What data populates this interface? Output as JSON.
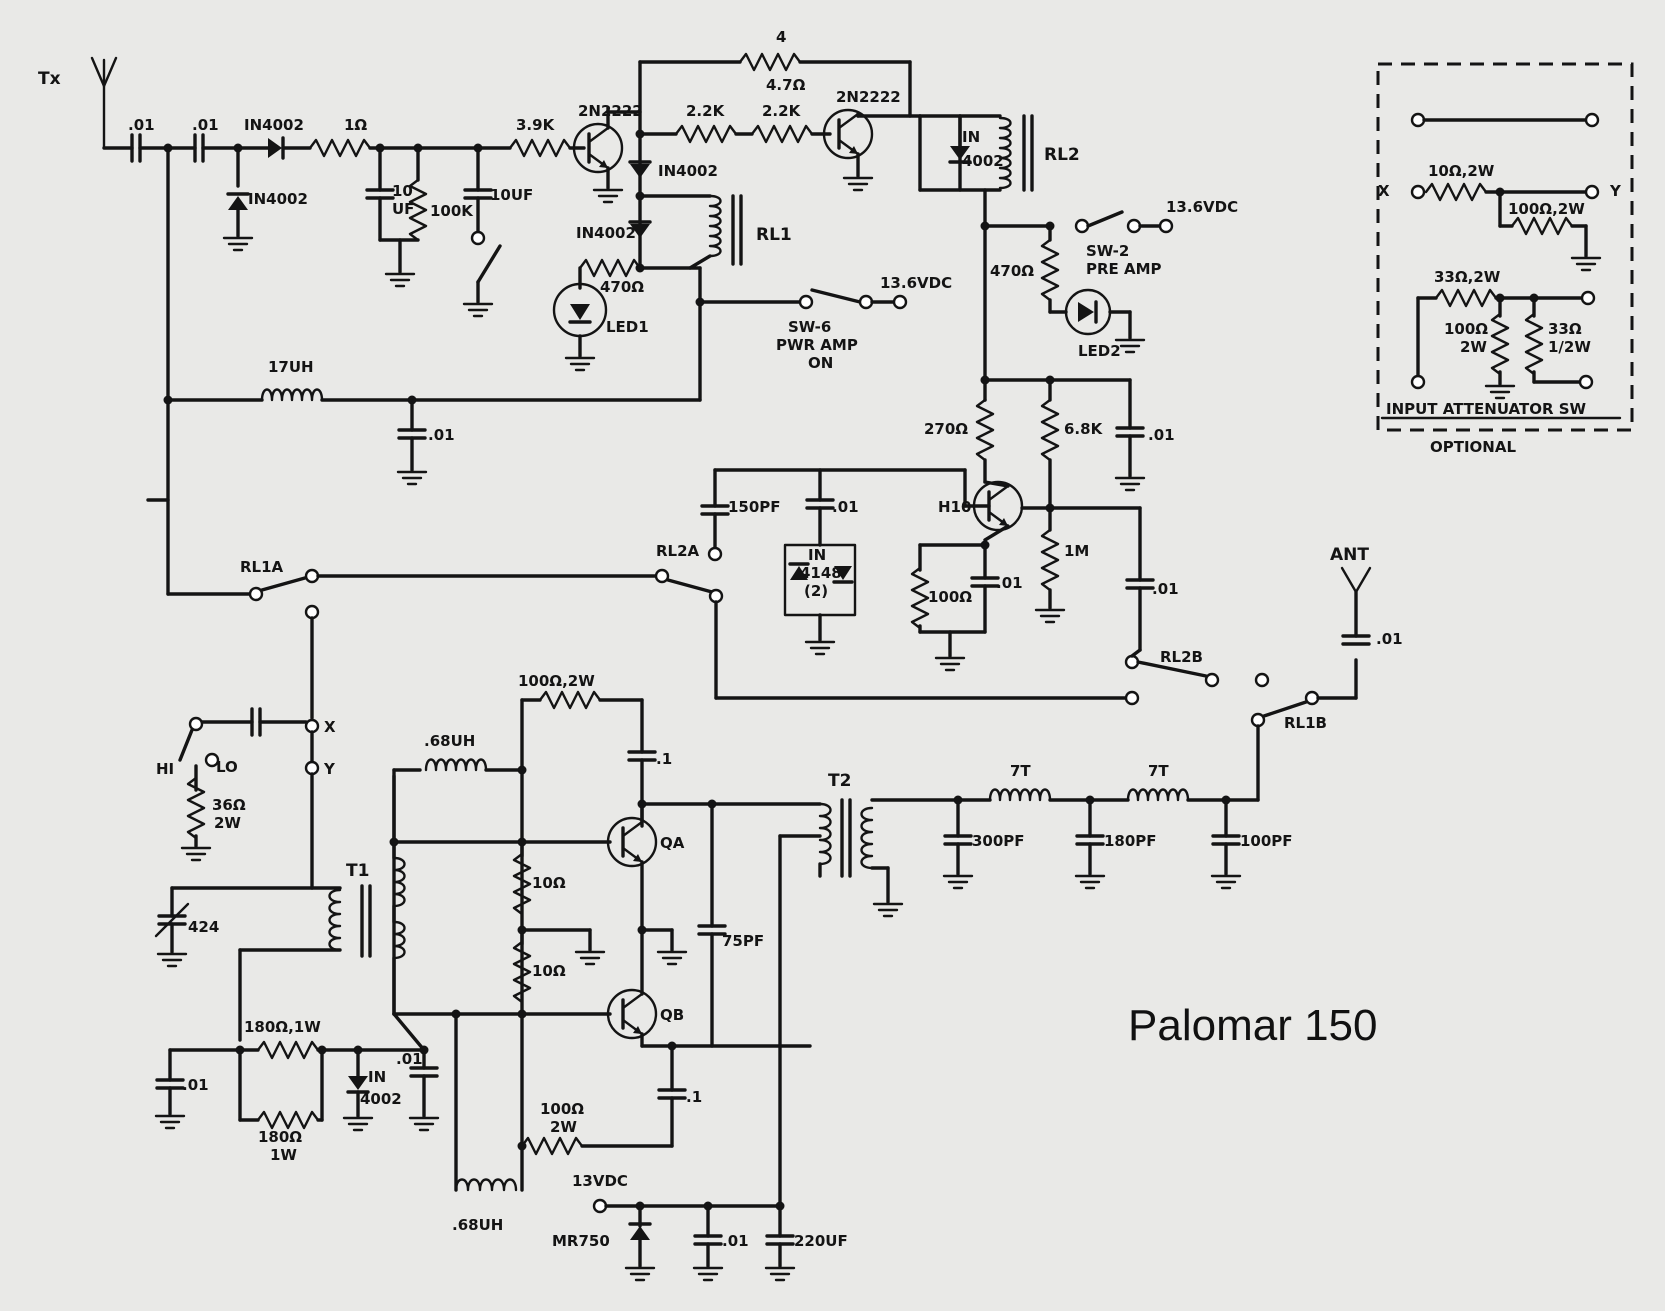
{
  "title": "Palomar 150",
  "attenuator_box": {
    "caption": "INPUT ATTENUATOR SW",
    "note": "OPTIONAL"
  },
  "labels": {
    "tx": "Tx",
    "ant": "ANT",
    "c_in_1": ".01",
    "c_in_2": ".01",
    "d_in": "IN4002",
    "d_shunt": "IN4002",
    "r_1ohm": "1Ω",
    "c_10uf_a": "10",
    "c_10uf_b": "UF",
    "r_100k": "100K",
    "c_10uf2": "10UF",
    "r_3k9": "3.9K",
    "q1": "2N2222",
    "q2": "2N2222",
    "r_4r7_a": "4",
    "r_4r7_b": "4.7Ω",
    "r_2k2a": "2.2K",
    "r_2k2b": "2.2K",
    "d_rl1a": "IN4002",
    "d_rl1b": "IN4002",
    "rl1": "RL1",
    "r_470_led1": "470Ω",
    "led1": "LED1",
    "sw6_v": "13.6VDC",
    "sw6_a": "SW-6",
    "sw6_b": "PWR AMP",
    "sw6_c": "ON",
    "rl2": "RL2",
    "d_rl2_a": "IN",
    "d_rl2_b": "4002",
    "sw2_v": "13.6VDC",
    "sw2_a": "SW-2",
    "sw2_b": "PRE AMP",
    "r_470_led2": "470Ω",
    "led2": "LED2",
    "l_17uh": "17UH",
    "c_017": ".01",
    "r_270": "270Ω",
    "r_68k": "6.8K",
    "c_pre": ".01",
    "q_h10": "H10",
    "r_1m": "1M",
    "c_150pf": "150PF",
    "c_diode": ".01",
    "d_1n4148_a": "IN",
    "d_1n4148_b": "4148",
    "d_1n4148_c": "(2)",
    "r_100": "100Ω",
    "c_emit": ".01",
    "c_out": ".01",
    "rl1a": "RL1A",
    "rl2a": "RL2A",
    "rl2b": "RL2B",
    "rl1b": "RL1B",
    "c_ant": ".01",
    "hi": "HI",
    "lo": "LO",
    "r_36": "36Ω",
    "r_36b": "2W",
    "node_x": "X",
    "node_y": "Y",
    "l_68uh": ".68UH",
    "r_100_2w": "100Ω,2W",
    "c_pt1": ".1",
    "t1": "T1",
    "trim": "424",
    "r_10a": "10Ω",
    "r_10b": "10Ω",
    "qa": "QA",
    "qb": "QB",
    "c_75pf": "75PF",
    "t2": "T2",
    "l_7t_a": "7T",
    "l_7t_b": "7T",
    "c_300pf": "300PF",
    "c_180pf": "180PF",
    "c_100pf": "100PF",
    "c_bias": ".01",
    "r_180a": "180Ω,1W",
    "r_180b": "180Ω",
    "r_180b2": "1W",
    "d_bias_a": "IN",
    "d_bias_b": "4002",
    "c_bias2": ".01",
    "r_100b_a": "100Ω",
    "r_100b_b": "2W",
    "c_pt1b": ".1",
    "l_68uh_b": ".68UH",
    "v_13": "13VDC",
    "d_mr750": "MR750",
    "c_sup1": ".01",
    "c_sup2": "220UF",
    "att_x": "X",
    "att_y": "Y",
    "att_r1": "10Ω,2W",
    "att_r2": "100Ω,2W",
    "att_r3": "33Ω,2W",
    "att_r4a": "100Ω",
    "att_r4b": "2W",
    "att_r5a": "33Ω",
    "att_r5b": "1/2W"
  }
}
